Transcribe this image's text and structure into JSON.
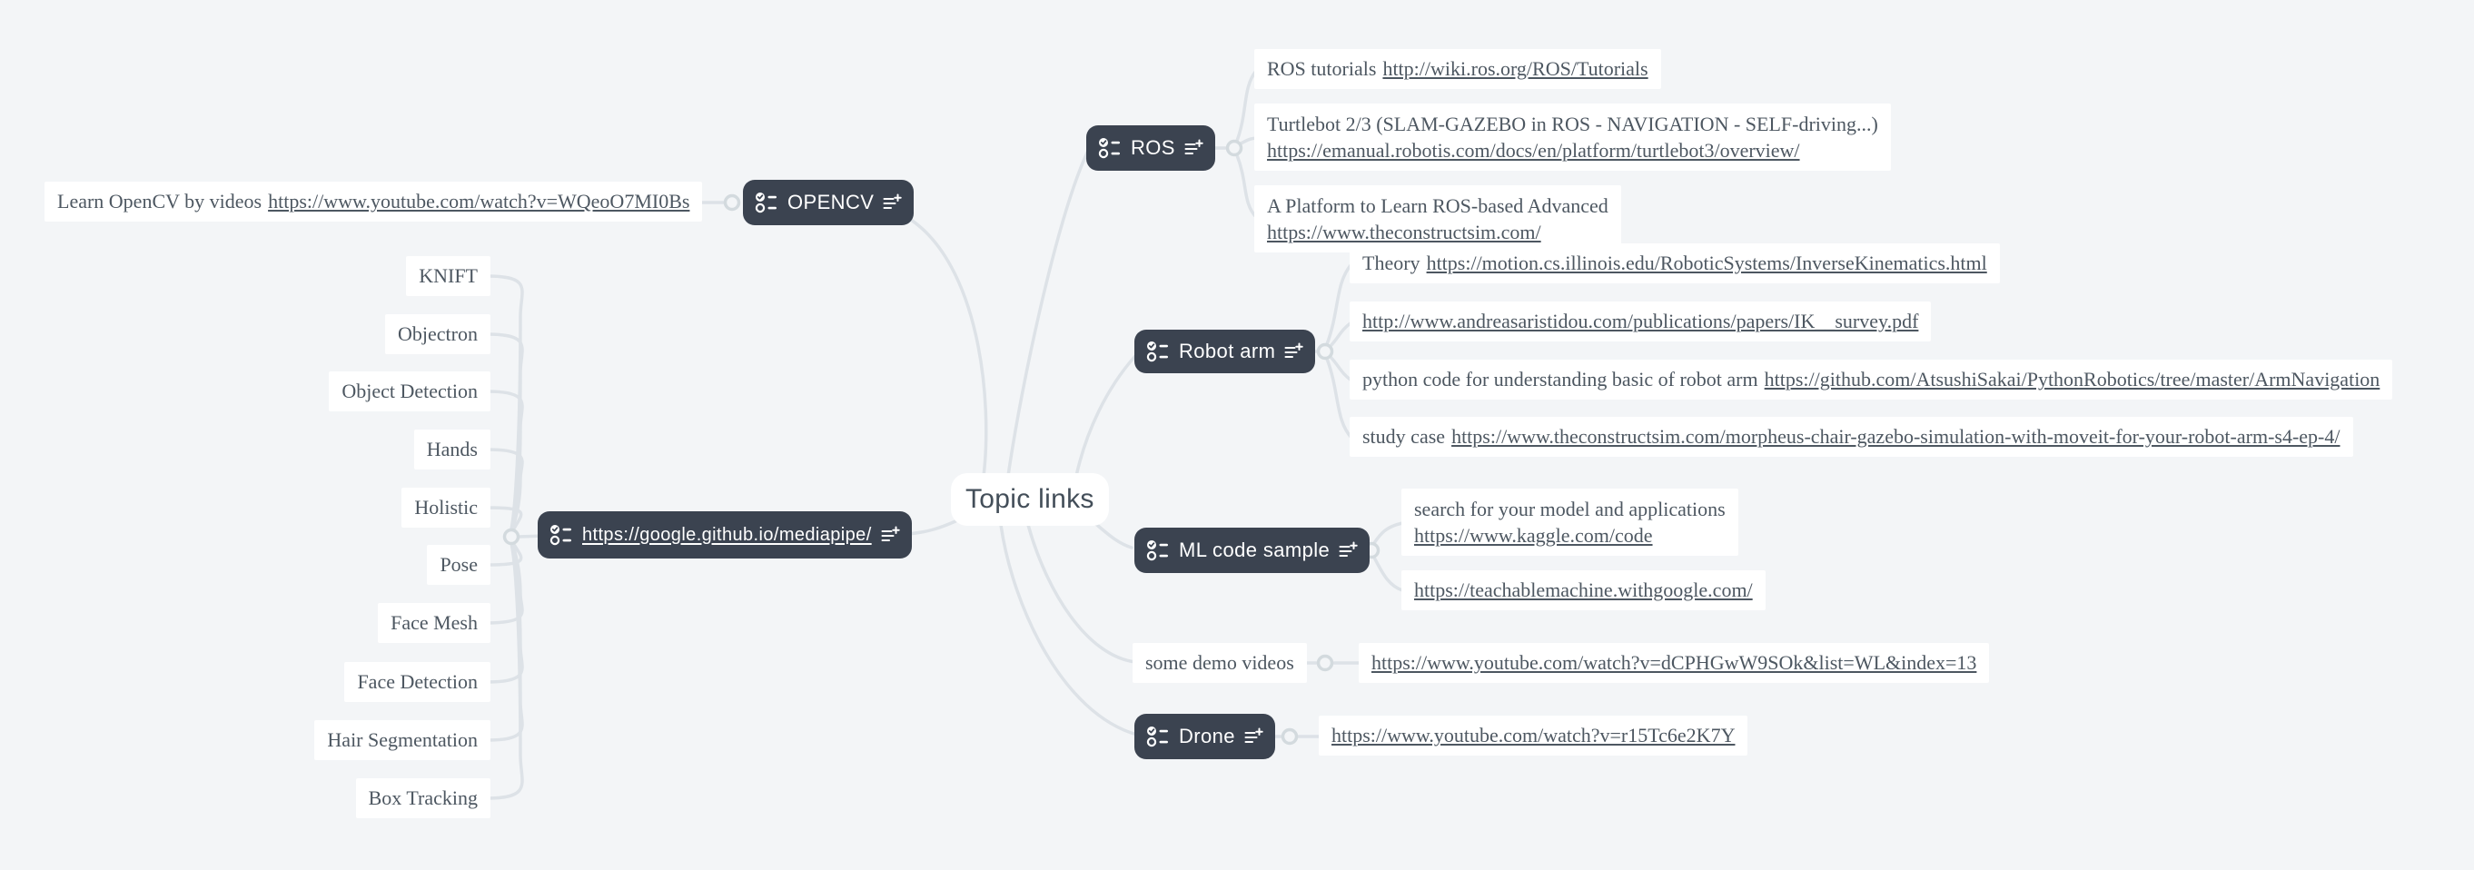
{
  "app": {
    "type": "mind-map"
  },
  "colors": {
    "background": "#f3f5f7",
    "node_bg": "#3b4350",
    "node_text": "#ffffff",
    "card_bg": "#ffffff",
    "card_text": "#4d5761",
    "connector": "#dde2e7"
  },
  "root": {
    "label": "Topic links"
  },
  "opencv": {
    "label": "OPENCV",
    "note_text": "Learn OpenCV by videos",
    "note_link": "https://www.youtube.com/watch?v=WQeoO7MI0Bs"
  },
  "mediapipe": {
    "link": "https://google.github.io/mediapipe/",
    "children": [
      "KNIFT",
      "Objectron",
      "Object Detection",
      "Hands",
      "Holistic",
      "Pose",
      "Face Mesh",
      "Face Detection",
      "Hair Segmentation",
      "Box Tracking"
    ]
  },
  "ros": {
    "label": "ROS",
    "children": [
      {
        "text": "ROS tutorials",
        "link": "http://wiki.ros.org/ROS/Tutorials"
      },
      {
        "text": "Turtlebot 2/3 (SLAM-GAZEBO in ROS - NAVIGATION - SELF-driving...)",
        "link": "https://emanual.robotis.com/docs/en/platform/turtlebot3/overview/"
      },
      {
        "text": "A Platform to Learn ROS-based Advanced",
        "link": "https://www.theconstructsim.com/"
      }
    ]
  },
  "robot_arm": {
    "label": "Robot arm",
    "children": [
      {
        "text": "Theory",
        "link": "https://motion.cs.illinois.edu/RoboticSystems/InverseKinematics.html"
      },
      {
        "text": "",
        "link": "http://www.andreasaristidou.com/publications/papers/IK__survey.pdf"
      },
      {
        "text": "python code for understanding basic of robot arm",
        "link": "https://github.com/AtsushiSakai/PythonRobotics/tree/master/ArmNavigation"
      },
      {
        "text": "study case",
        "link": "https://www.theconstructsim.com/morpheus-chair-gazebo-simulation-with-moveit-for-your-robot-arm-s4-ep-4/"
      }
    ]
  },
  "ml_code_sample": {
    "label": "ML code sample",
    "children": [
      {
        "text": "search for your model and applications",
        "link": "https://www.kaggle.com/code"
      },
      {
        "text": "",
        "link": "https://teachablemachine.withgoogle.com/"
      }
    ]
  },
  "demo_videos": {
    "label": "some demo videos",
    "link": "https://www.youtube.com/watch?v=dCPHGwW9SOk&list=WL&index=13"
  },
  "drone": {
    "label": "Drone",
    "link": "https://www.youtube.com/watch?v=r15Tc6e2K7Y"
  }
}
